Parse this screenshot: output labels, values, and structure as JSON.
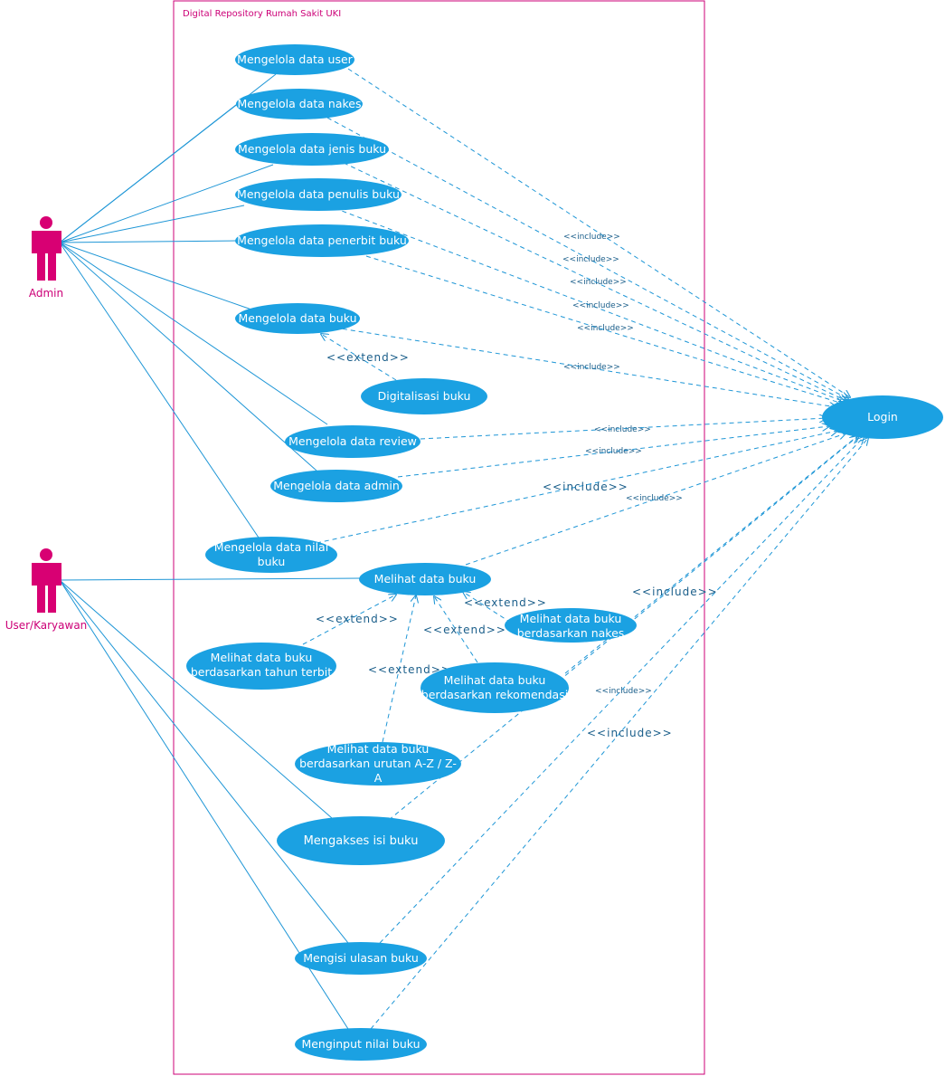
{
  "system": {
    "title": "Digital Repository Rumah Sakit UKI"
  },
  "actors": {
    "admin": "Admin",
    "user": "User/Karyawan"
  },
  "usecases": {
    "kelola_user": "Mengelola data user",
    "kelola_nakes": "Mengelola data nakes",
    "kelola_jenis": "Mengelola data jenis buku",
    "kelola_penulis": "Mengelola data penulis buku",
    "kelola_penerbit": "Mengelola data penerbit buku",
    "kelola_buku": "Mengelola data buku",
    "digitalisasi": "Digitalisasi buku",
    "kelola_review": "Mengelola data review",
    "kelola_admin": "Mengelola data admin",
    "kelola_nilai_1": "Mengelola data nilai",
    "kelola_nilai_2": "buku",
    "melihat": "Melihat data buku",
    "tahun_1": "Melihat data buku",
    "tahun_2": "berdasarkan tahun terbit",
    "nakes_1": "Melihat data buku",
    "nakes_2": "berdasarkan nakes",
    "rekom_1": "Melihat data buku",
    "rekom_2": "berdasarkan rekomendasi",
    "urutan_1": "Melihat data buku",
    "urutan_2": "berdasarkan urutan A-Z / Z-",
    "urutan_3": "A",
    "akses": "Mengakses isi buku",
    "ulasan": "Mengisi ulasan buku",
    "nilai": "Menginput nilai buku",
    "login": "Login"
  },
  "stereotypes": {
    "include": "<<include>>",
    "extend": "<<extend>>"
  },
  "colors": {
    "usecase_fill": "#1ba1e2",
    "line": "#1e96d6",
    "actor": "#d80073",
    "system_border": "#cc0077"
  }
}
